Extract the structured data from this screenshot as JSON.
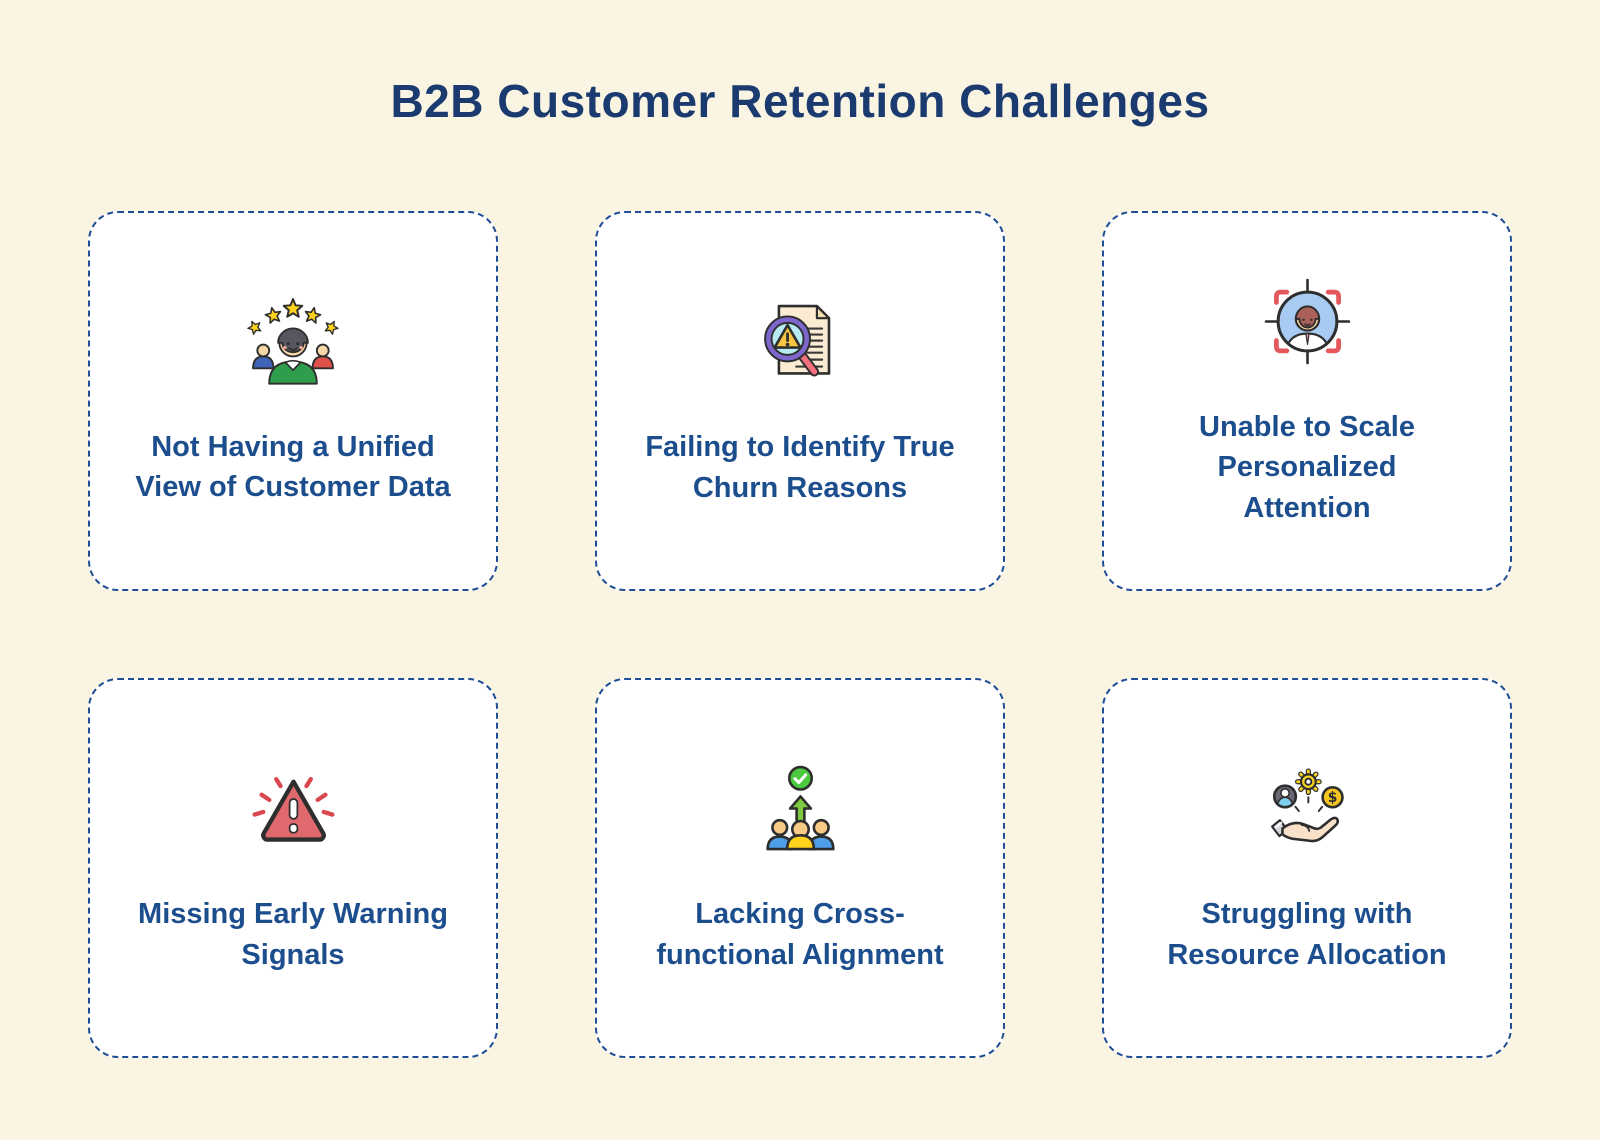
{
  "title": "B2B Customer Retention Challenges",
  "colors": {
    "background": "#FAF5E2",
    "card_background": "#FFFFFF",
    "card_border": "#1F4E96",
    "title_text": "#1A3A70",
    "card_text": "#1C4E8E"
  },
  "cards": [
    {
      "icon": "customer-stars-icon",
      "label": "Not Having a Unified\nView of Customer Data"
    },
    {
      "icon": "churn-analysis-icon",
      "label": "Failing to Identify True\nChurn Reasons"
    },
    {
      "icon": "personalization-target-icon",
      "label": "Unable to Scale\nPersonalized\nAttention"
    },
    {
      "icon": "warning-alert-icon",
      "label": "Missing Early Warning\nSignals"
    },
    {
      "icon": "team-alignment-icon",
      "label": "Lacking Cross-\nfunctional Alignment"
    },
    {
      "icon": "resource-allocation-icon",
      "label": "Struggling with\nResource Allocation"
    }
  ]
}
